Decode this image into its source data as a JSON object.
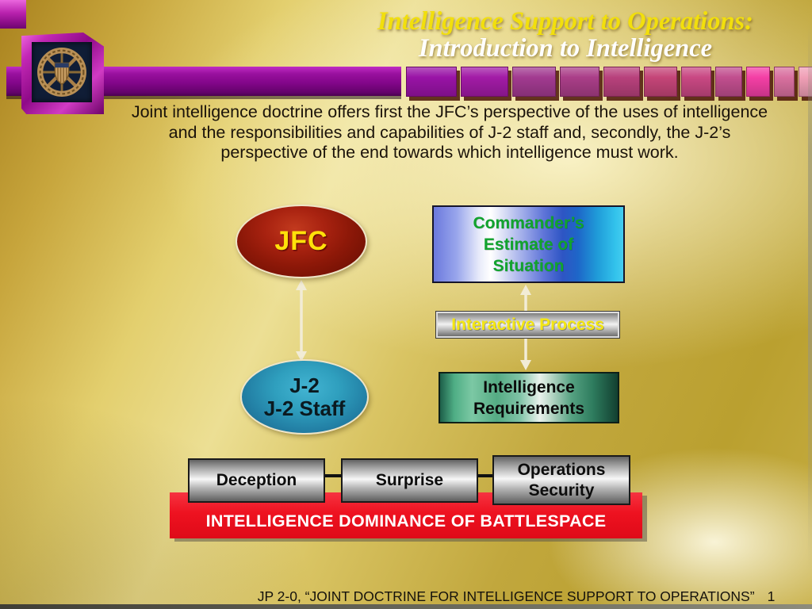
{
  "header": {
    "title_line1": "Intelligence Support to Operations:",
    "title_line2": "Introduction to Intelligence"
  },
  "body": {
    "line1": "Joint intelligence doctrine offers first the JFC’s perspective of the uses of intelligence",
    "line2": "and the responsibilities and capabilities of J-2 staff and, secondly, the J-2’s",
    "line3": "perspective of the end towards which intelligence must work."
  },
  "diagram": {
    "jfc_label": "JFC",
    "j2_label_line1": "J-2",
    "j2_label_line2": "J-2 Staff",
    "commanders_line1": "Commander’s",
    "commanders_line2": "Estimate of",
    "commanders_line3": "Situation",
    "interactive_label": "Interactive Process",
    "intel_req_line1": "Intelligence",
    "intel_req_line2": "Requirements",
    "deception_label": "Deception",
    "surprise_label": "Surprise",
    "opsec_line1": "Operations",
    "opsec_line2": "Security",
    "dominance_label": "INTELLIGENCE DOMINANCE OF BATTLESPACE"
  },
  "footer": {
    "citation": "JP 2-0, “JOINT DOCTRINE FOR INTELLIGENCE SUPPORT TO OPERATIONS”",
    "page_number": "1"
  },
  "colors": {
    "title_yellow": "#f2df0c",
    "title_white": "#ffffff",
    "jfc_ellipse_red": "#8d1808",
    "j2_ellipse_teal": "#2f9fbe",
    "commanders_text_green": "#11a32e",
    "interactive_text_yellow": "#f4e713",
    "dominance_bar_red": "#ee1220",
    "header_bar_purple": "#83068a",
    "arrow_cream": "#f2ecd6",
    "background_gold": "#d9c463"
  },
  "decor": {
    "ribbon_segments": [
      {
        "width": 62,
        "color": "#9913a6"
      },
      {
        "width": 58,
        "color": "#a21ba6"
      },
      {
        "width": 53,
        "color": "#a23a90"
      },
      {
        "width": 48,
        "color": "#aa3e88"
      },
      {
        "width": 44,
        "color": "#b8417c"
      },
      {
        "width": 40,
        "color": "#c54578"
      },
      {
        "width": 36,
        "color": "#c94883"
      },
      {
        "width": 32,
        "color": "#c14e8e"
      },
      {
        "width": 28,
        "color": "#f43fa5"
      },
      {
        "width": 24,
        "color": "#d9709f"
      },
      {
        "width": 16,
        "color": "#f09fb6"
      },
      {
        "width": 9,
        "color": "#f7d3dc"
      }
    ]
  }
}
